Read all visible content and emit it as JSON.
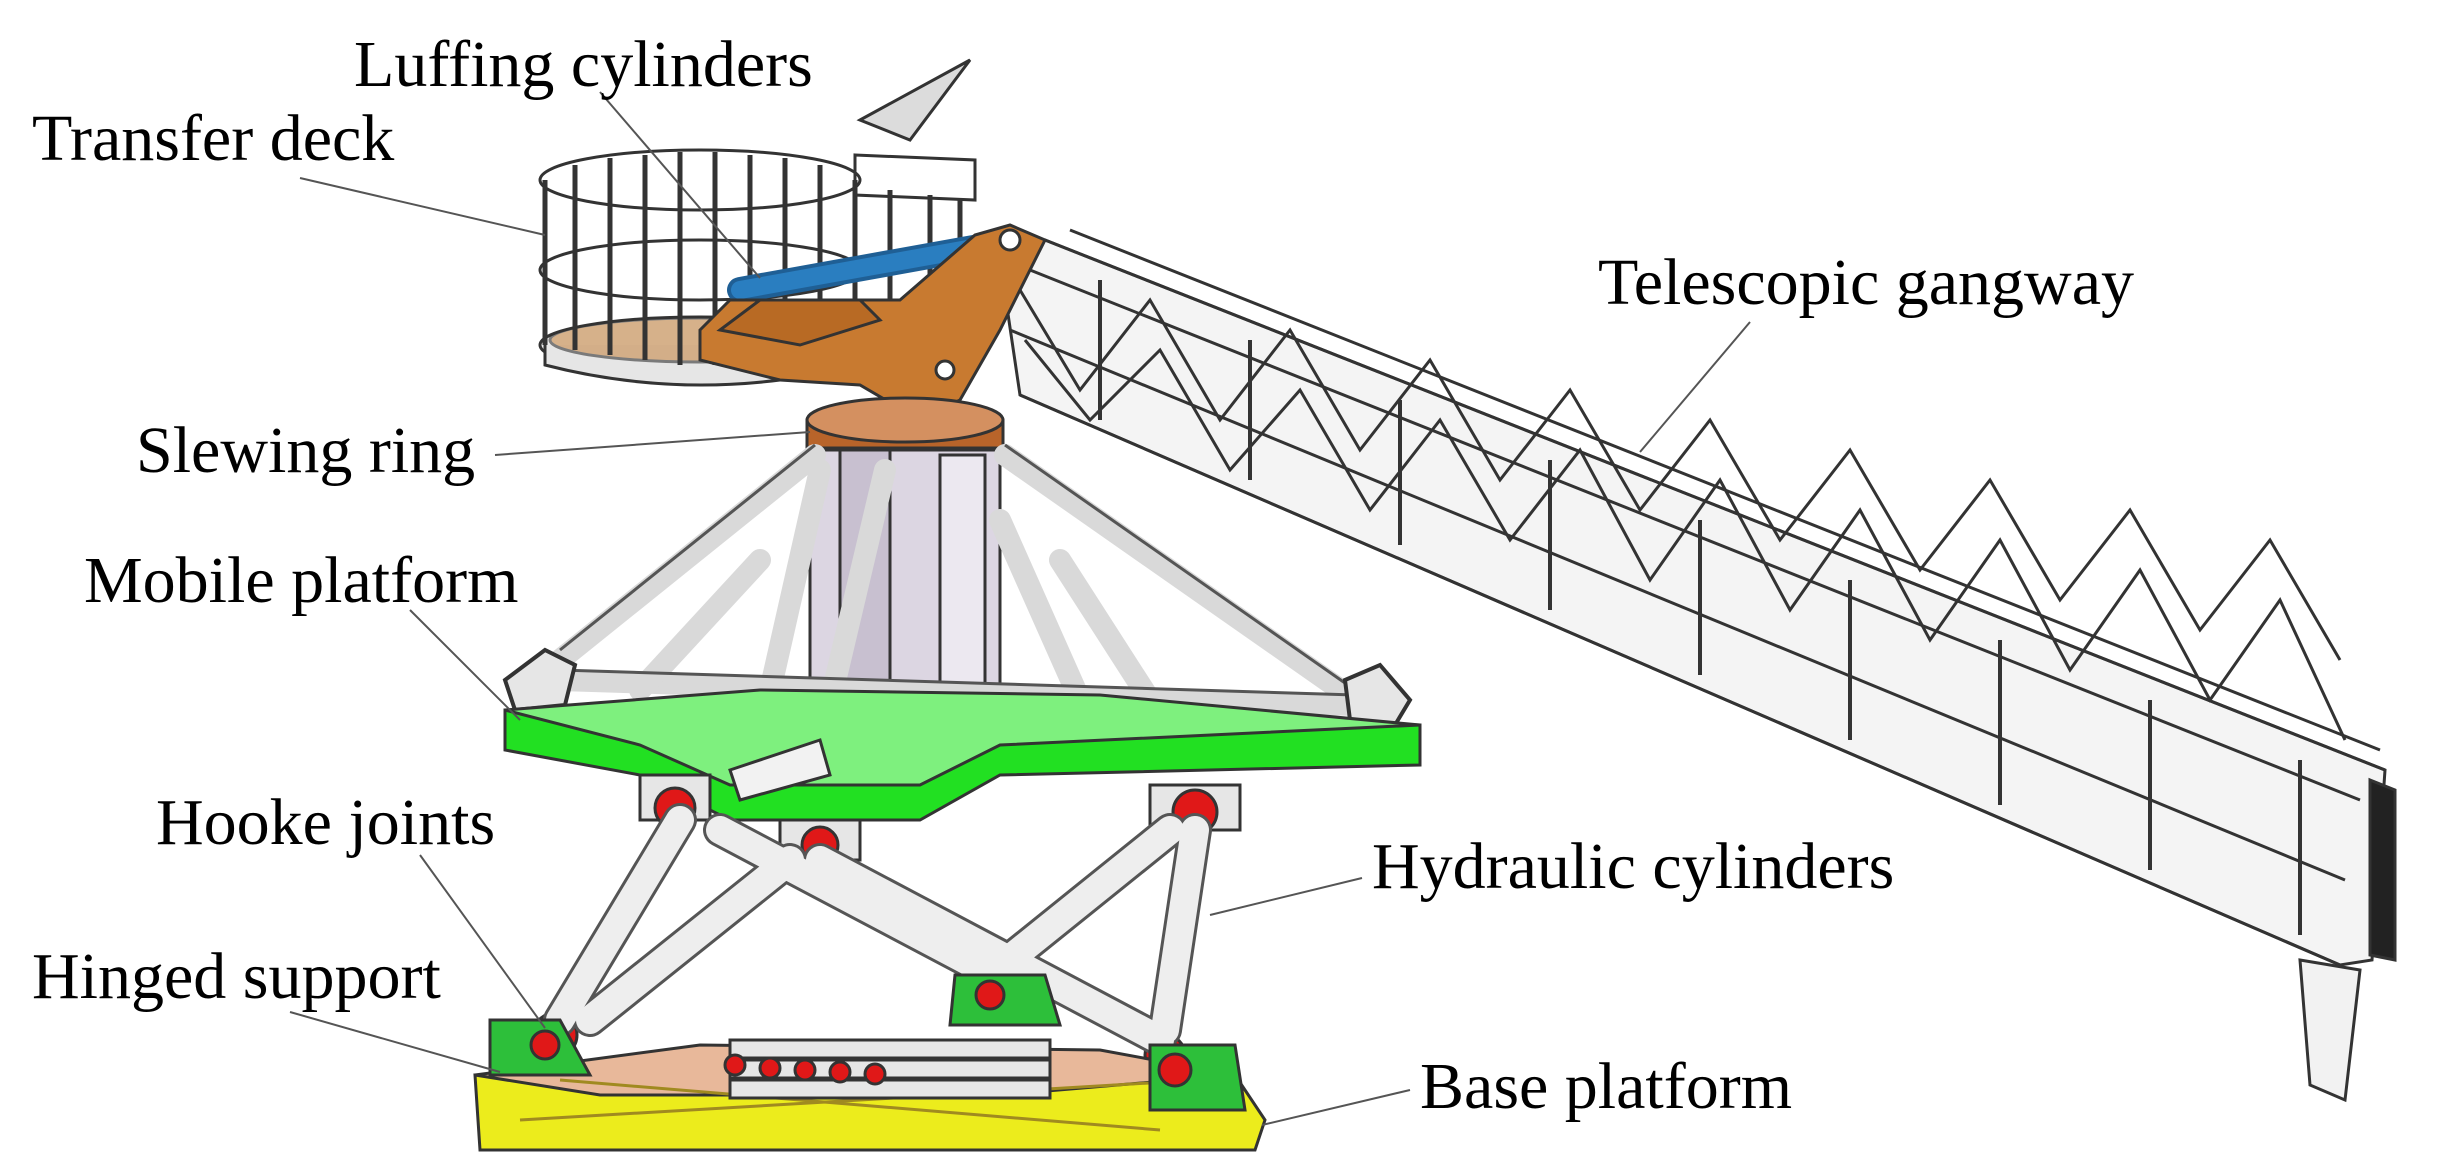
{
  "labels": {
    "luffing_cylinders": "Luffing cylinders",
    "transfer_deck": "Transfer deck",
    "telescopic_gangway": "Telescopic gangway",
    "slewing_ring": "Slewing ring",
    "mobile_platform": "Mobile platform",
    "hooke_joints": "Hooke joints",
    "hydraulic_cylinders": "Hydraulic cylinders",
    "hinged_support": "Hinged support",
    "base_platform": "Base platform"
  },
  "colors": {
    "mobile_platform": "#22e022",
    "base_platform": "#ecec1c",
    "base_plate": "#e8b89a",
    "hinged_support": "#2dbf3a",
    "joint_red": "#e01818",
    "slewing_ring": "#b8642a",
    "luffing_cylinder": "#2a7ec0",
    "boom_arm": "#c87a30",
    "frame_grey": "#d9d9d9",
    "tower": "#dcd6e2",
    "outline": "#333333"
  }
}
